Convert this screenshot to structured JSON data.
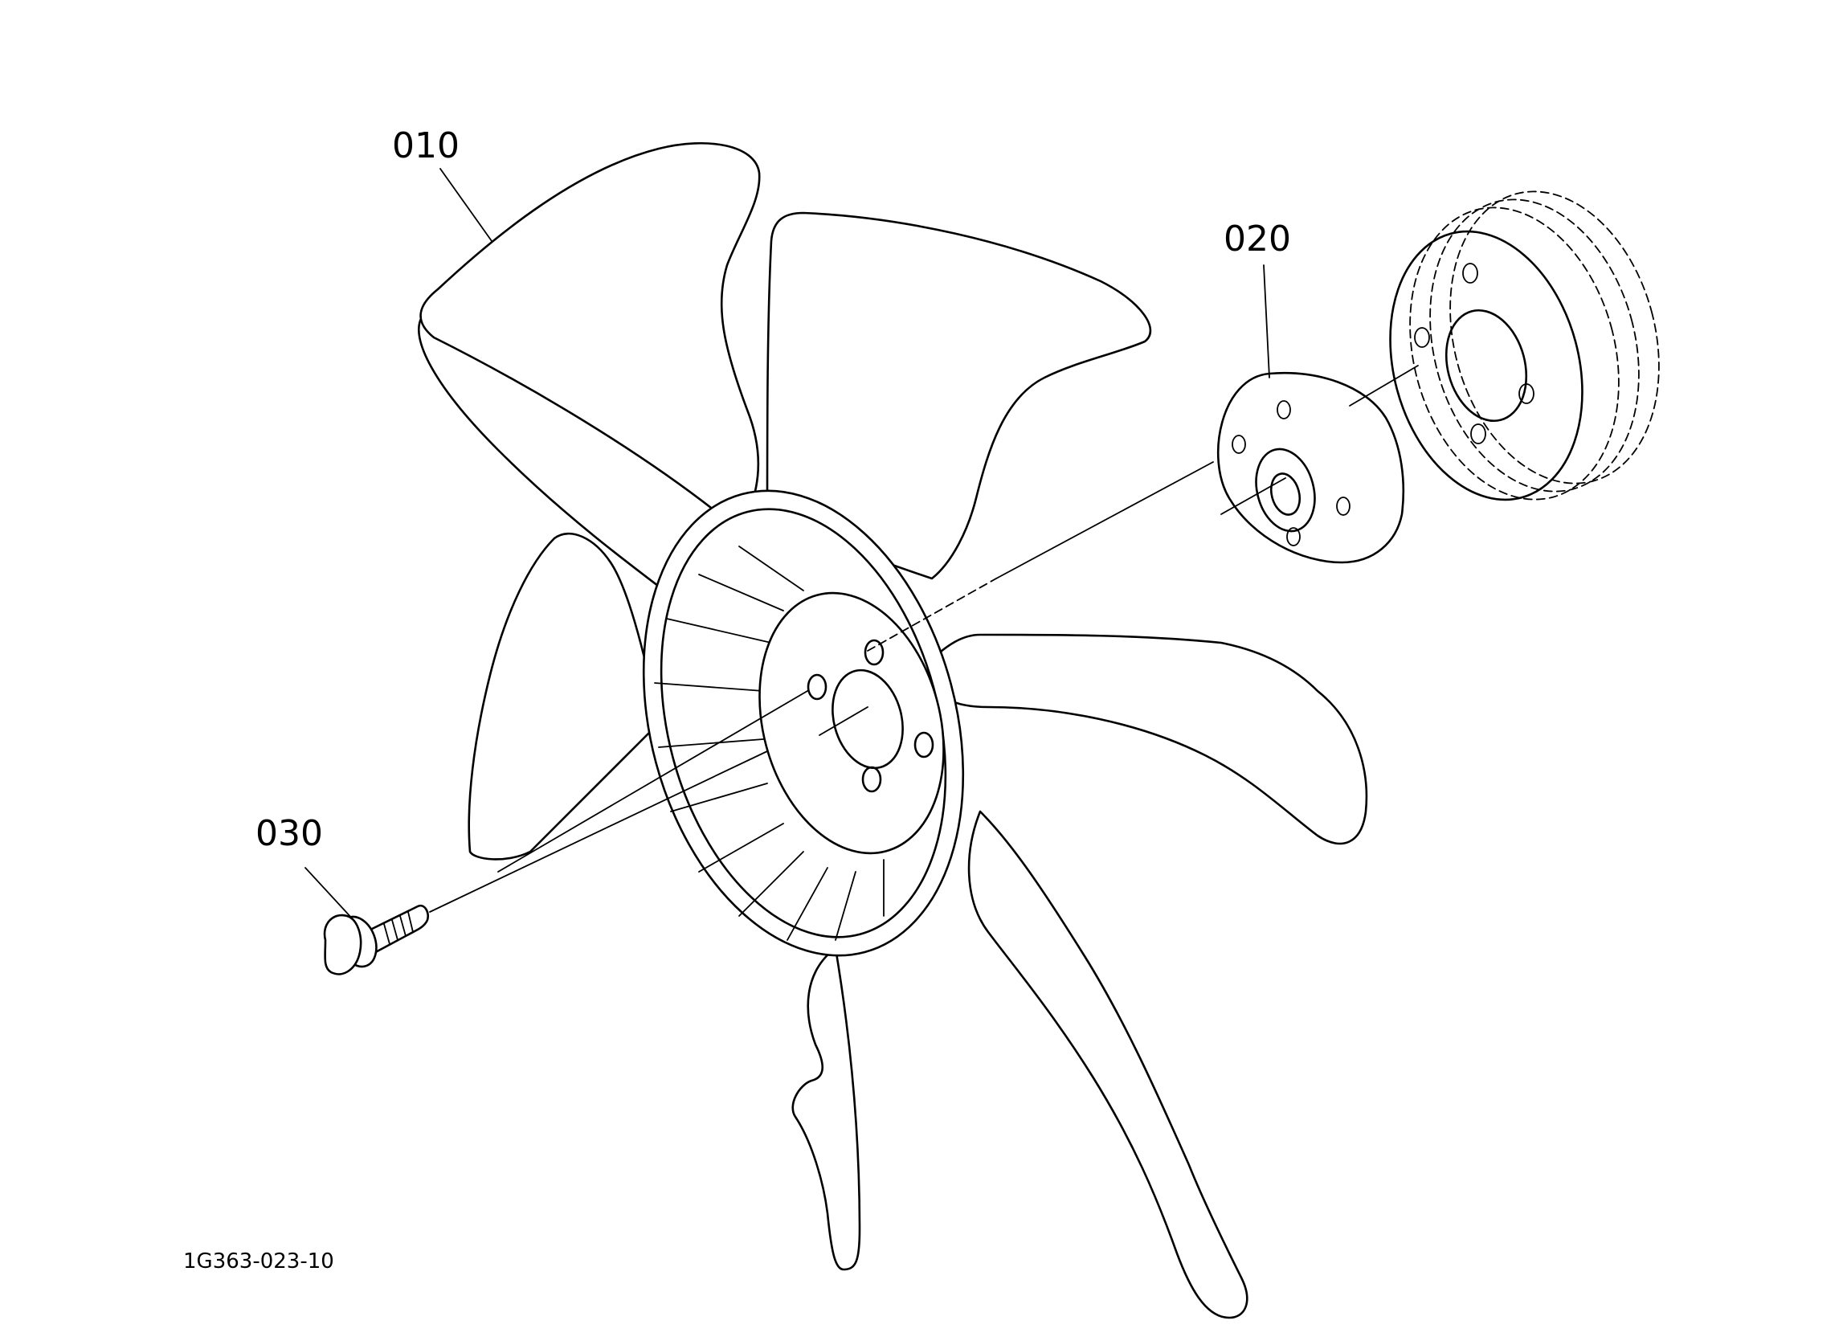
{
  "callouts": {
    "part_010": "010",
    "part_020": "020",
    "part_030": "030"
  },
  "drawing_code": "1G363-023-10",
  "colors": {
    "line": "#000000",
    "background": "#ffffff"
  }
}
